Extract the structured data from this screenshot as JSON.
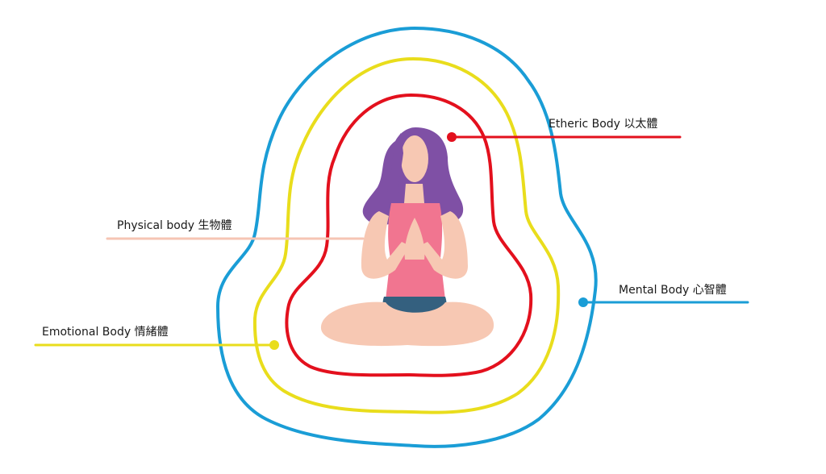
{
  "layers": {
    "etheric": {
      "label": "Etheric Body 以太體",
      "color": "#e3101d"
    },
    "physical": {
      "label": "Physical body 生物體",
      "color": "#f6c5b4"
    },
    "mental": {
      "label": "Mental Body 心智體",
      "color": "#1a9dd6"
    },
    "emotional": {
      "label": "Emotional Body 情緒體",
      "color": "#e9dd1c"
    }
  },
  "figure": {
    "hair_color": "#7f50a5",
    "skin_color": "#f7c8b3",
    "top_color": "#f17590",
    "shorts_color": "#34607f"
  }
}
